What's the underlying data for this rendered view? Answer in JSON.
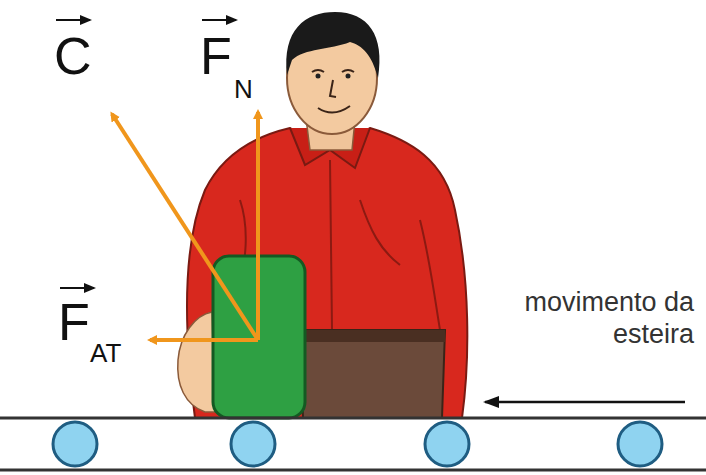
{
  "diagram": {
    "labels": [
      "C",
      "F",
      "N",
      "F",
      "AT",
      "movimento da esteira"
    ]
  }
}
